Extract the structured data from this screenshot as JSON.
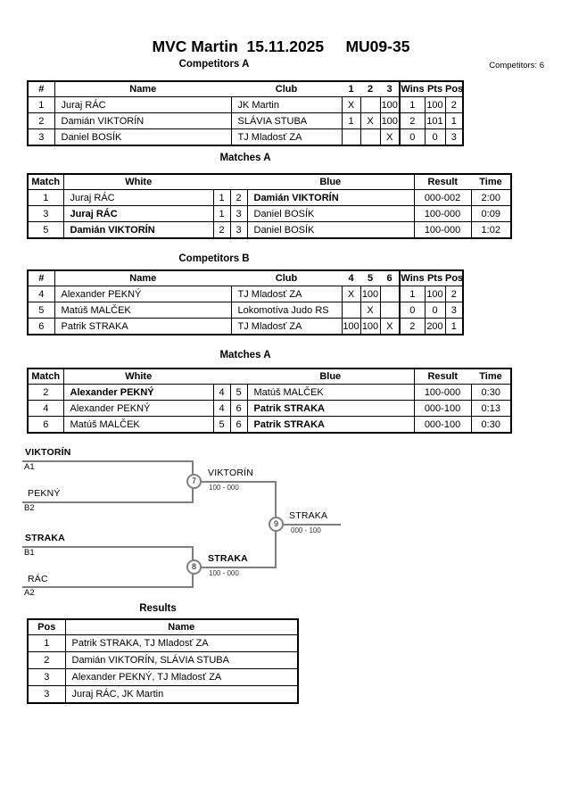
{
  "page": {
    "title": "MVC Martin  15.11.2025     MU09-35",
    "competitors_count": "Competitors: 6"
  },
  "colors": {
    "background": "#ffffff",
    "text": "#000000",
    "bracket_line": "#7f7f7f"
  },
  "competitors_a": {
    "title": "Competitors A",
    "headers": {
      "num": "#",
      "name": "Name",
      "club": "Club",
      "c1": "1",
      "c2": "2",
      "c3": "3",
      "wins": "Wins",
      "pts": "Pts",
      "pos": "Pos"
    },
    "rows": [
      {
        "num": "1",
        "name": "Juraj RÁC",
        "club": "JK Martin",
        "c1": "X",
        "c2": "",
        "c3": "100",
        "wins": "1",
        "pts": "100",
        "pos": "2"
      },
      {
        "num": "2",
        "name": "Damián VIKTORÍN",
        "club": "SLÁVIA STUBA",
        "c1": "1",
        "c2": "X",
        "c3": "100",
        "wins": "2",
        "pts": "101",
        "pos": "1"
      },
      {
        "num": "3",
        "name": "Daniel BOSÍK",
        "club": "TJ Mladosť ZA",
        "c1": "",
        "c2": "",
        "c3": "X",
        "wins": "0",
        "pts": "0",
        "pos": "3"
      }
    ]
  },
  "matches_a1": {
    "title": "Matches A",
    "headers": {
      "match": "Match",
      "white": "White",
      "blue": "Blue",
      "result": "Result",
      "time": "Time"
    },
    "rows": [
      {
        "match": "1",
        "white": "Juraj RÁC",
        "white_bold": false,
        "wn": "1",
        "bn": "2",
        "blue": "Damián VIKTORÍN",
        "blue_bold": true,
        "result": "000-002",
        "time": "2:00"
      },
      {
        "match": "3",
        "white": "Juraj RÁC",
        "white_bold": true,
        "wn": "1",
        "bn": "3",
        "blue": "Daniel BOSÍK",
        "blue_bold": false,
        "result": "100-000",
        "time": "0:09"
      },
      {
        "match": "5",
        "white": "Damián VIKTORÍN",
        "white_bold": true,
        "wn": "2",
        "bn": "3",
        "blue": "Daniel BOSÍK",
        "blue_bold": false,
        "result": "100-000",
        "time": "1:02"
      }
    ]
  },
  "competitors_b": {
    "title": "Competitors B",
    "headers": {
      "num": "#",
      "name": "Name",
      "club": "Club",
      "c1": "4",
      "c2": "5",
      "c3": "6",
      "wins": "Wins",
      "pts": "Pts",
      "pos": "Pos"
    },
    "rows": [
      {
        "num": "4",
        "name": "Alexander PEKNÝ",
        "club": "TJ Mladosť ZA",
        "c1": "X",
        "c2": "100",
        "c3": "",
        "wins": "1",
        "pts": "100",
        "pos": "2"
      },
      {
        "num": "5",
        "name": "Matúš MALČEK",
        "club": "Lokomotíva Judo RS",
        "c1": "",
        "c2": "X",
        "c3": "",
        "wins": "0",
        "pts": "0",
        "pos": "3"
      },
      {
        "num": "6",
        "name": "Patrik STRAKA",
        "club": "TJ Mladosť ZA",
        "c1": "100",
        "c2": "100",
        "c3": "X",
        "wins": "2",
        "pts": "200",
        "pos": "1"
      }
    ]
  },
  "matches_a2": {
    "title": "Matches A",
    "headers": {
      "match": "Match",
      "white": "White",
      "blue": "Blue",
      "result": "Result",
      "time": "Time"
    },
    "rows": [
      {
        "match": "2",
        "white": "Alexander PEKNÝ",
        "white_bold": true,
        "wn": "4",
        "bn": "5",
        "blue": "Matúš MALČEK",
        "blue_bold": false,
        "result": "100-000",
        "time": "0:30"
      },
      {
        "match": "4",
        "white": "Alexander PEKNÝ",
        "white_bold": false,
        "wn": "4",
        "bn": "6",
        "blue": "Patrik STRAKA",
        "blue_bold": true,
        "result": "000-100",
        "time": "0:13"
      },
      {
        "match": "6",
        "white": "Matúš MALČEK",
        "white_bold": false,
        "wn": "5",
        "bn": "6",
        "blue": "Patrik STRAKA",
        "blue_bold": true,
        "result": "000-100",
        "time": "0:30"
      }
    ]
  },
  "bracket": {
    "entries": [
      {
        "name": "VIKTORÍN",
        "seed": "A1",
        "bold": true
      },
      {
        "name": "PEKNÝ",
        "seed": "B2",
        "bold": false
      },
      {
        "name": "STRAKA",
        "seed": "B1",
        "bold": true
      },
      {
        "name": "RÁC",
        "seed": "A2",
        "bold": false
      }
    ],
    "nodes": [
      {
        "num": "7",
        "winner": "VIKTORÍN",
        "score": "100 - 000",
        "bold": false
      },
      {
        "num": "8",
        "winner": "STRAKA",
        "score": "100 - 000",
        "bold": true
      },
      {
        "num": "9",
        "winner": "STRAKA",
        "score": "000 - 100",
        "bold": false
      }
    ]
  },
  "results": {
    "title": "Results",
    "headers": {
      "pos": "Pos",
      "name": "Name"
    },
    "rows": [
      {
        "pos": "1",
        "name": "Patrik STRAKA, TJ Mladosť ZA"
      },
      {
        "pos": "2",
        "name": "Damián VIKTORÍN, SLÁVIA STUBA"
      },
      {
        "pos": "3",
        "name": "Alexander PEKNÝ, TJ Mladosť ZA"
      },
      {
        "pos": "3",
        "name": "Juraj RÁC, JK Martin"
      }
    ]
  }
}
